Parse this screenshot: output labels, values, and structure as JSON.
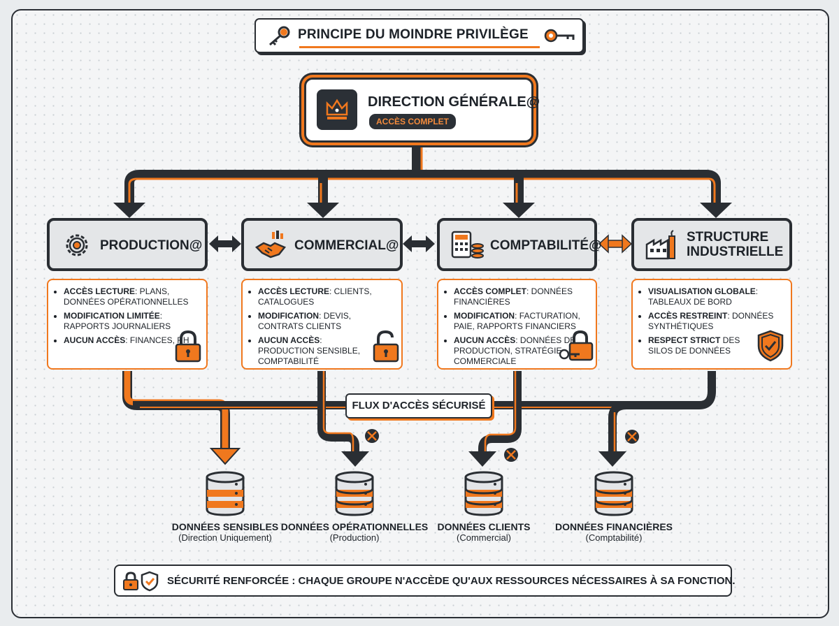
{
  "title": "PRINCIPE DU MOINDRE PRIVILÈGE",
  "direction": {
    "name": "DIRECTION GÉNÉRALE@",
    "badge": "ACCÈS COMPLET"
  },
  "departments": [
    {
      "name": "PRODUCTION@",
      "icon": "gear-icon",
      "items": [
        {
          "label": "ACCÈS LECTURE",
          "text": ": PLANS, DONNÉES OPÉRATIONNELLES"
        },
        {
          "label": "MODIFICATION LIMITÉE",
          "text": ": RAPPORTS JOURNALIERS"
        },
        {
          "label": "AUCUN ACCÈS",
          "text": ": FINANCES, RH"
        }
      ],
      "card_icon": "lock-icon"
    },
    {
      "name": "COMMERCIAL@",
      "icon": "handshake-icon",
      "items": [
        {
          "label": "ACCÈS LECTURE",
          "text": ": CLIENTS, CATALOGUES"
        },
        {
          "label": "MODIFICATION",
          "text": ": DEVIS, CONTRATS CLIENTS"
        },
        {
          "label": "AUCUN ACCÈS",
          "text": ": PRODUCTION SENSIBLE, COMPTABILITÉ"
        }
      ],
      "card_icon": "open-lock-icon"
    },
    {
      "name": "COMPTABILITÉ@",
      "icon": "calculator-icon",
      "items": [
        {
          "label": "ACCÈS COMPLET",
          "text": ": DONNÉES FINANCIÈRES"
        },
        {
          "label": "MODIFICATION",
          "text": ": FACTURATION, PAIE, RAPPORTS FINANCIERS"
        },
        {
          "label": "AUCUN ACCÈS",
          "text": ": DONNÉES DE PRODUCTION, STRATÉGIE COMMERCIALE"
        }
      ],
      "card_icon": "lock-key-icon"
    },
    {
      "name": "STRUCTURE INDUSTRIELLE",
      "name_line1": "STRUCTURE",
      "name_line2": "INDUSTRIELLE",
      "icon": "factory-icon",
      "items": [
        {
          "label": "VISUALISATION GLOBALE",
          "text": ": TABLEAUX DE BORD"
        },
        {
          "label": "ACCÈS RESTREINT",
          "text": ": DONNÉES SYNTHÉTIQUES"
        },
        {
          "label": "RESPECT STRICT",
          "text": " DES SILOS DE DONNÉES"
        }
      ],
      "card_icon": "shield-check-icon"
    }
  ],
  "flow_label": "FLUX D'ACCÈS SÉCURISÉ",
  "databases": [
    {
      "name": "DONNÉES SENSIBLES",
      "sub": "(Direction Uniquement)"
    },
    {
      "name": "DONNÉES OPÉRATIONNELLES",
      "sub": "(Production)"
    },
    {
      "name": "DONNÉES CLIENTS",
      "sub": "(Commercial)"
    },
    {
      "name": "DONNÉES FINANCIÈRES",
      "sub": "(Comptabilité)"
    }
  ],
  "footer": "SÉCURITÉ RENFORCÉE : CHAQUE GROUPE N'ACCÈDE QU'AUX RESSOURCES NÉCESSAIRES À SA FONCTION.",
  "colors": {
    "accent": "#f0781e",
    "dark": "#2a2e33",
    "card_bg": "#ffffff",
    "dept_bg": "#e4e6e8"
  }
}
